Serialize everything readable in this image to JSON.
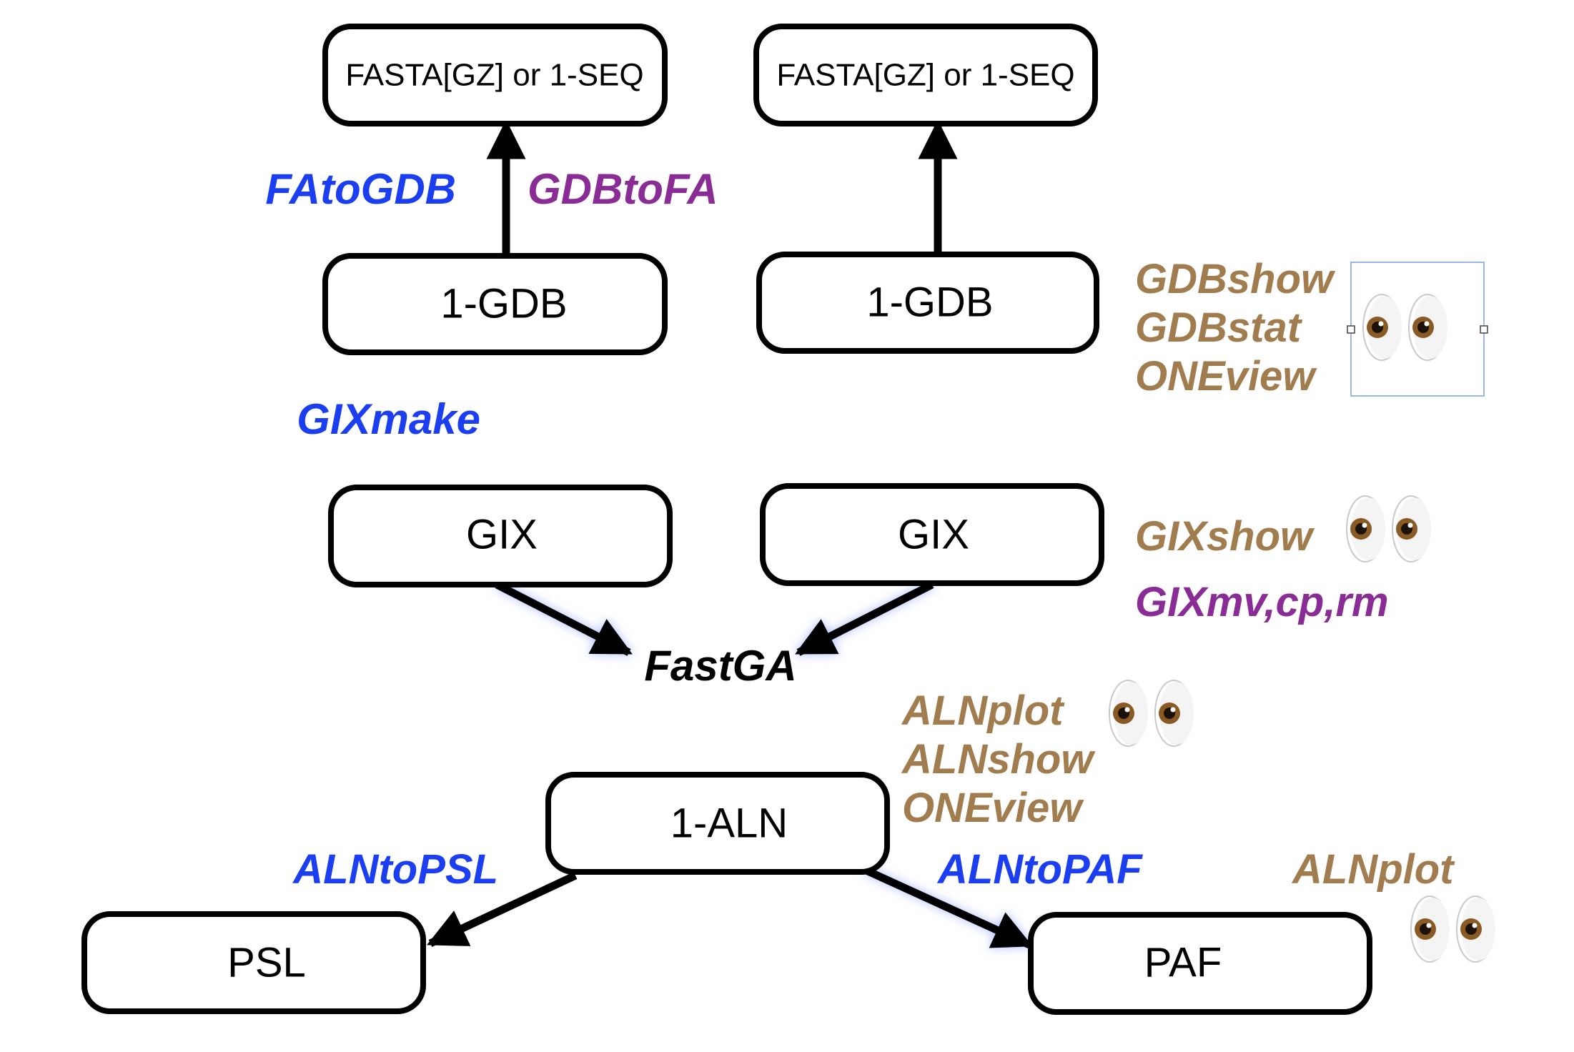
{
  "colors": {
    "create": "#1a3ef0",
    "convert": "#8a2c96",
    "view": "#a07c4e",
    "text": "#000000",
    "selection": "#9ab6ea"
  },
  "icons": {
    "viewer": "eyes-icon"
  },
  "nodes": {
    "fasta_left": "FASTA[GZ] or 1-SEQ",
    "fasta_right": "FASTA[GZ] or 1-SEQ",
    "gdb_left": "1-GDB",
    "gdb_right": "1-GDB",
    "gix_left": "GIX",
    "gix_right": "GIX",
    "fastga": "FastGA",
    "aln": "1-ALN",
    "psl": "PSL",
    "paf": "PAF"
  },
  "commands": {
    "fatogdb": "FAtoGDB",
    "gdbtofa": "GDBtoFA",
    "gixmake": "GIXmake",
    "gdb_view": [
      "GDBshow",
      "GDBstat",
      "ONEview"
    ],
    "gixshow": "GIXshow",
    "gix_ops": "GIXmv,cp,rm",
    "aln_view": [
      "ALNplot",
      "ALNshow",
      "ONEview"
    ],
    "alntopsl": "ALNtoPSL",
    "alntopaf": "ALNtoPAF",
    "paf_view": "ALNplot"
  }
}
